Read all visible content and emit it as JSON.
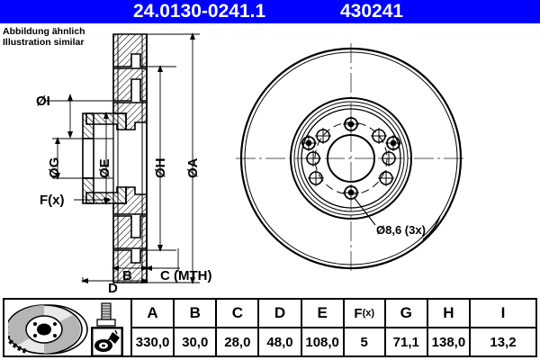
{
  "header": {
    "part_number": "24.0130-0241.1",
    "reference_code": "430241",
    "background_color": "#0000ff",
    "text_color": "#ffffff"
  },
  "note": {
    "line_de": "Abbildung ähnlich",
    "line_en": "Illustration similar"
  },
  "drawing": {
    "section_labels": [
      {
        "key": "I",
        "text": "ØI"
      },
      {
        "key": "G",
        "text": "ØG"
      },
      {
        "key": "E",
        "text": "ØE"
      },
      {
        "key": "H",
        "text": "ØH"
      },
      {
        "key": "A",
        "text": "ØA"
      },
      {
        "key": "Fx",
        "text": "F(x)"
      },
      {
        "key": "B",
        "text": "B"
      },
      {
        "key": "C",
        "text": "C (MTH)"
      },
      {
        "key": "D",
        "text": "D"
      }
    ],
    "hole_callout": "Ø8,6 (3x)",
    "line_color": "#000000"
  },
  "table": {
    "columns": [
      "A",
      "B",
      "C",
      "D",
      "E",
      "F(x)",
      "G",
      "H",
      "I"
    ],
    "fx_label_main": "F",
    "fx_label_sub": "(x)",
    "values": [
      "330,0",
      "30,0",
      "28,0",
      "48,0",
      "108,0",
      "5",
      "71,1",
      "138,0",
      "13,2"
    ],
    "icons": [
      "brake-disc-icon",
      "bolt-icon",
      "spray-tool-icon"
    ]
  }
}
